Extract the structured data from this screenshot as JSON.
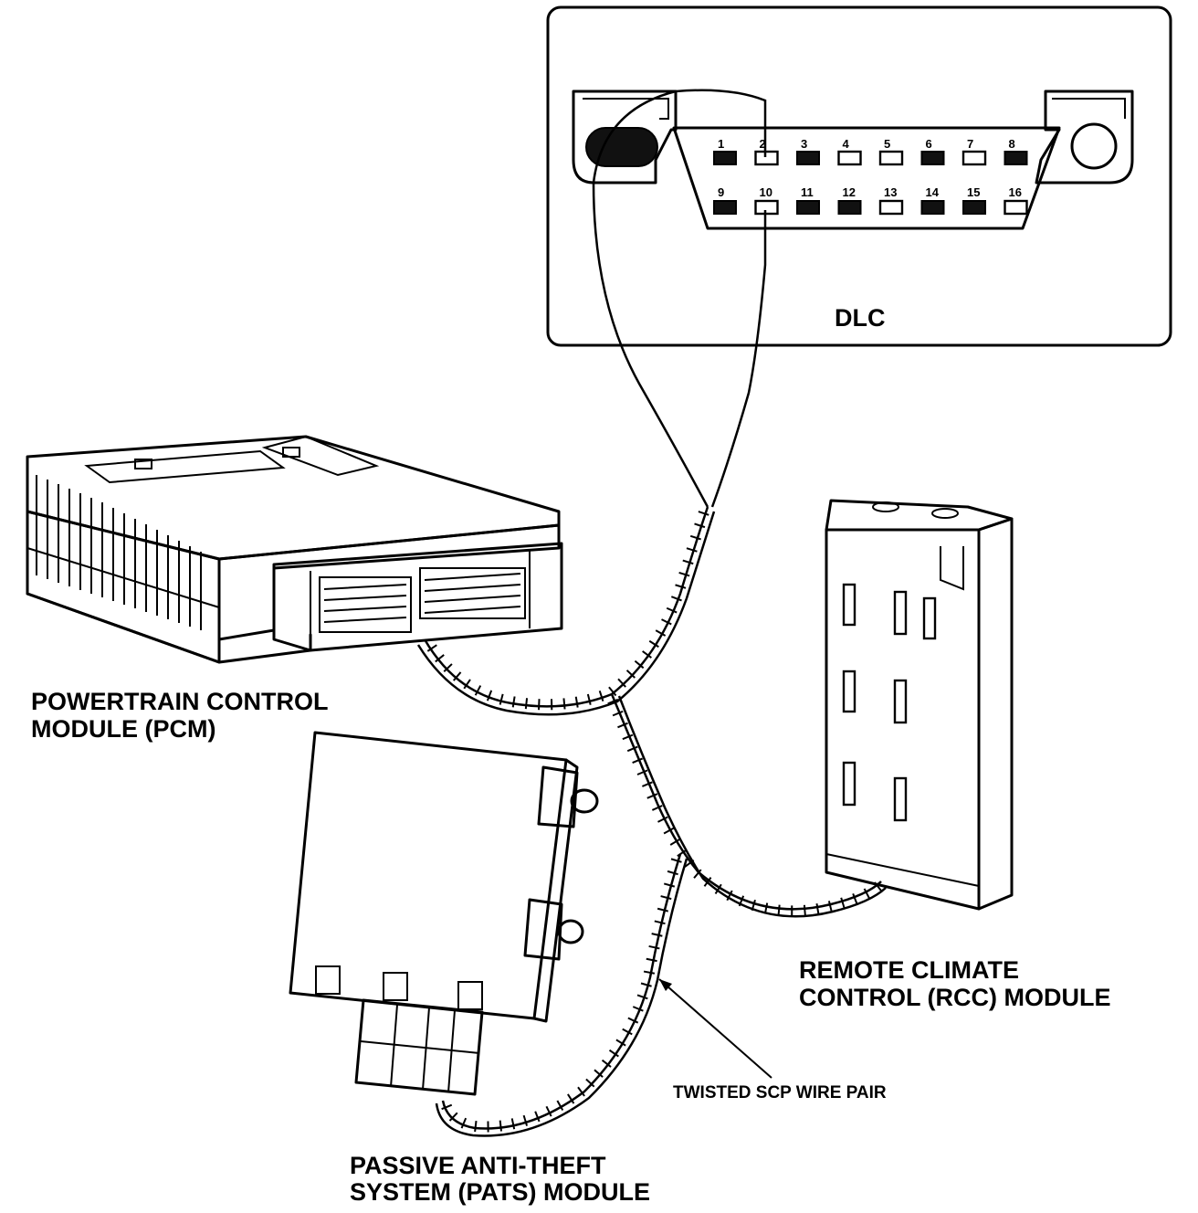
{
  "dlc": {
    "label": "DLC",
    "pins_top": [
      {
        "n": "1",
        "state": "filled"
      },
      {
        "n": "2",
        "state": "open"
      },
      {
        "n": "3",
        "state": "filled"
      },
      {
        "n": "4",
        "state": "open"
      },
      {
        "n": "5",
        "state": "open"
      },
      {
        "n": "6",
        "state": "filled"
      },
      {
        "n": "7",
        "state": "open"
      },
      {
        "n": "8",
        "state": "filled"
      }
    ],
    "pins_bottom": [
      {
        "n": "9",
        "state": "filled"
      },
      {
        "n": "10",
        "state": "open"
      },
      {
        "n": "11",
        "state": "filled"
      },
      {
        "n": "12",
        "state": "filled"
      },
      {
        "n": "13",
        "state": "open"
      },
      {
        "n": "14",
        "state": "filled"
      },
      {
        "n": "15",
        "state": "filled"
      },
      {
        "n": "16",
        "state": "open"
      }
    ]
  },
  "labels": {
    "pcm_line1": "POWERTRAIN CONTROL",
    "pcm_line2": "MODULE (PCM)",
    "rcc_line1": "REMOTE CLIMATE",
    "rcc_line2": "CONTROL (RCC) MODULE",
    "pats_line1": "PASSIVE ANTI-THEFT",
    "pats_line2": "SYSTEM (PATS) MODULE",
    "wire": "TWISTED SCP WIRE PAIR"
  },
  "colors": {
    "ink": "#000000",
    "background": "#ffffff"
  }
}
